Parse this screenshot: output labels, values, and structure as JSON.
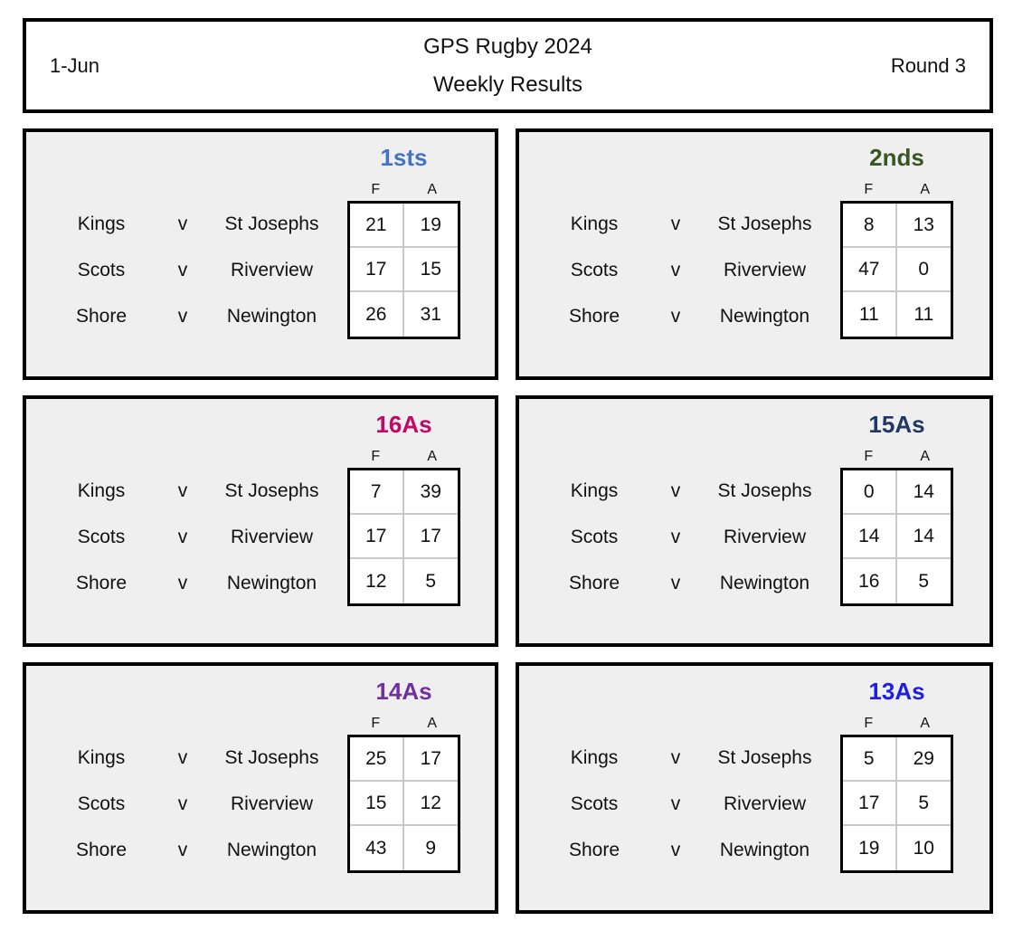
{
  "header": {
    "date": "1-Jun",
    "title_line1": "GPS Rugby 2024",
    "title_line2": "Weekly Results",
    "round": "Round 3"
  },
  "score_columns": {
    "for_label": "F",
    "against_label": "A"
  },
  "versus_label": "v",
  "panels": [
    {
      "title": "1sts",
      "title_color": "#4472C4",
      "matches": [
        {
          "home": "Kings",
          "away": "St Josephs",
          "for": 21,
          "against": 19
        },
        {
          "home": "Scots",
          "away": "Riverview",
          "for": 17,
          "against": 15
        },
        {
          "home": "Shore",
          "away": "Newington",
          "for": 26,
          "against": 31
        }
      ]
    },
    {
      "title": "2nds",
      "title_color": "#375623",
      "matches": [
        {
          "home": "Kings",
          "away": "St Josephs",
          "for": 8,
          "against": 13
        },
        {
          "home": "Scots",
          "away": "Riverview",
          "for": 47,
          "against": 0
        },
        {
          "home": "Shore",
          "away": "Newington",
          "for": 11,
          "against": 11
        }
      ]
    },
    {
      "title": "16As",
      "title_color": "#C20764",
      "matches": [
        {
          "home": "Kings",
          "away": "St Josephs",
          "for": 7,
          "against": 39
        },
        {
          "home": "Scots",
          "away": "Riverview",
          "for": 17,
          "against": 17
        },
        {
          "home": "Shore",
          "away": "Newington",
          "for": 12,
          "against": 5
        }
      ]
    },
    {
      "title": "15As",
      "title_color": "#1F3864",
      "matches": [
        {
          "home": "Kings",
          "away": "St Josephs",
          "for": 0,
          "against": 14
        },
        {
          "home": "Scots",
          "away": "Riverview",
          "for": 14,
          "against": 14
        },
        {
          "home": "Shore",
          "away": "Newington",
          "for": 16,
          "against": 5
        }
      ]
    },
    {
      "title": "14As",
      "title_color": "#7030A0",
      "matches": [
        {
          "home": "Kings",
          "away": "St Josephs",
          "for": 25,
          "against": 17
        },
        {
          "home": "Scots",
          "away": "Riverview",
          "for": 15,
          "against": 12
        },
        {
          "home": "Shore",
          "away": "Newington",
          "for": 43,
          "against": 9
        }
      ]
    },
    {
      "title": "13As",
      "title_color": "#1E1EE6",
      "matches": [
        {
          "home": "Kings",
          "away": "St Josephs",
          "for": 5,
          "against": 29
        },
        {
          "home": "Scots",
          "away": "Riverview",
          "for": 17,
          "against": 5
        },
        {
          "home": "Shore",
          "away": "Newington",
          "for": 19,
          "against": 10
        }
      ]
    }
  ]
}
